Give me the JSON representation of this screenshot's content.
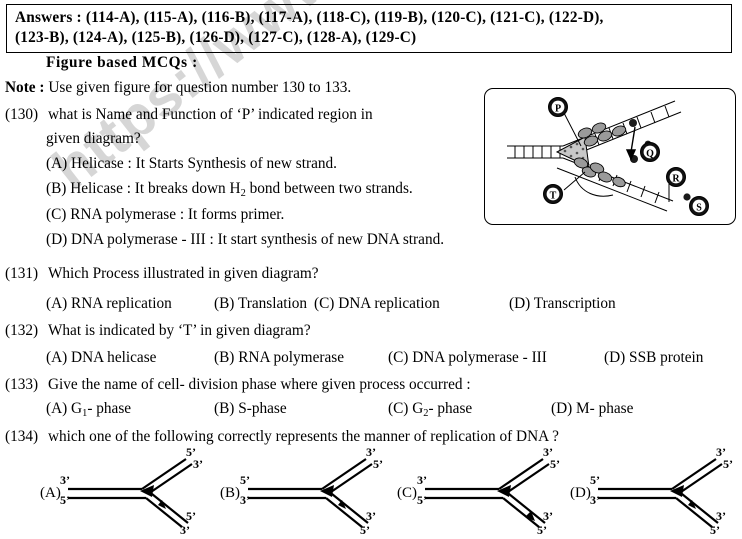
{
  "answers": {
    "label": "Answers :",
    "line1": "Answers  :  (114-A),  (115-A),  (116-B),  (117-A),  (118-C),  (119-B),  (120-C),  (121-C),  (122-D),",
    "line2": "(123-B),  (124-A),  (125-B),  (126-D),  (127-C),  (128-A),  (129-C)",
    "items": [
      "114-A",
      "115-A",
      "116-B",
      "117-A",
      "118-C",
      "119-B",
      "120-C",
      "121-C",
      "122-D",
      "123-B",
      "124-A",
      "125-B",
      "126-D",
      "127-C",
      "128-A",
      "129-C"
    ]
  },
  "watermark": {
    "text": "https://www.stu"
  },
  "section": {
    "heading": "Figure  based  MCQs  :"
  },
  "note": {
    "label": "Note :",
    "text": "Use given figure for question number 130 to 133."
  },
  "questions": [
    {
      "number": "(130)",
      "text_line1": "what is Name and Function of ‘P’ indicated region in",
      "text_line2": "given diagram?",
      "options": [
        "(A) Helicase : It Starts Synthesis of new strand.",
        "(B) Helicase : It breaks down H2 bond between two strands.",
        "(C) RNA polymerase : It forms primer.",
        "(D) DNA polymerase - III : It start synthesis of new DNA strand."
      ]
    },
    {
      "number": "(131)",
      "text_line1": "Which Process illustrated in given diagram?",
      "options": [
        "(A) RNA replication",
        "(B) Translation",
        "(C) DNA replication",
        "(D) Transcription"
      ]
    },
    {
      "number": "(132)",
      "text_line1": "What is indicated by ‘T’ in given diagram?",
      "options": [
        "(A) DNA helicase",
        "(B) RNA polymerase",
        "(C) DNA polymerase - III",
        "(D) SSB protein"
      ]
    },
    {
      "number": "(133)",
      "text_line1": "Give the name of cell- division phase where given process occurred :",
      "options": [
        "(A) G1- phase",
        "(B) S-phase",
        "(C) G2- phase",
        "(D) M- phase"
      ]
    },
    {
      "number": "(134)",
      "text_line1": "which one of the following correctly represents the manner of replication of DNA ?"
    }
  ],
  "q130_option_b": {
    "pre": "(B) Helicase : It breaks down H",
    "sub": "2",
    "post": " bond between two strands."
  },
  "q133_options": [
    {
      "prefix": "(A) G",
      "sub": "1",
      "suffix": "- phase"
    },
    {
      "prefix": "(B) S-phase",
      "sub": "",
      "suffix": ""
    },
    {
      "prefix": "(C) G",
      "sub": "2",
      "suffix": "- phase"
    },
    {
      "prefix": "(D) M- phase",
      "sub": "",
      "suffix": ""
    }
  ],
  "figure": {
    "caption": "DNA replication fork diagram",
    "labels": [
      "P",
      "Q",
      "R",
      "S",
      "T"
    ]
  },
  "forks": [
    {
      "id": "A",
      "label": "(A)",
      "left_top": "3’",
      "left_bottom": "5’",
      "upper_outer": "5’",
      "upper_inner": "3’",
      "lower_inner": "5’",
      "lower_outer": "3’"
    },
    {
      "id": "B",
      "label": "(B)",
      "left_top": "5’",
      "left_bottom": "3’",
      "upper_outer": "3’",
      "upper_inner": "5’",
      "lower_inner": "3’",
      "lower_outer": "5’"
    },
    {
      "id": "C",
      "label": "(C)",
      "left_top": "3’",
      "left_bottom": "5’",
      "upper_outer": "3’",
      "upper_inner": "5’",
      "lower_inner": "3’",
      "lower_outer": "5’"
    },
    {
      "id": "D",
      "label": "(D)",
      "left_top": "5’",
      "left_bottom": "3’",
      "upper_outer": "3’",
      "upper_inner": "5’",
      "lower_inner": "3’",
      "lower_outer": "5’"
    }
  ]
}
